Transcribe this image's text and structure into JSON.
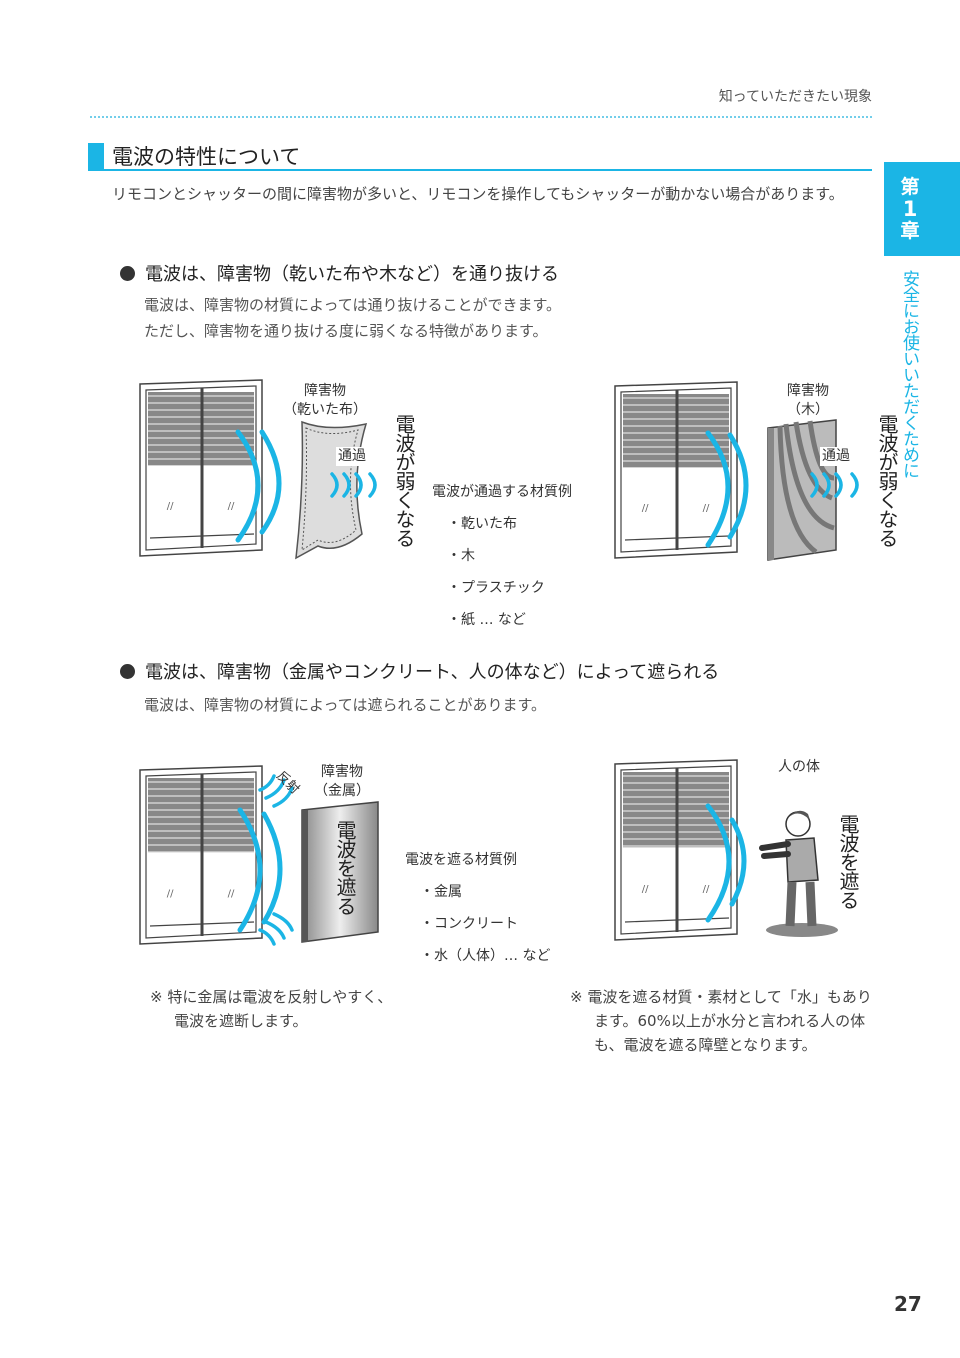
{
  "header": {
    "section": "知っていただきたい現象"
  },
  "section": {
    "title": "電波の特性について",
    "intro": "リモコンとシャッターの間に障害物が多いと、リモコンを操作してもシャッターが動かない場合があります。"
  },
  "tab": {
    "chapter": [
      "第",
      "1",
      "章"
    ],
    "title": "安全にお使いいただくために"
  },
  "pass": {
    "heading": "電波は、障害物（乾いた布や木など）を通り抜ける",
    "lines": [
      "電波は、障害物の材質によっては通り抜けることができます。",
      "ただし、障害物を通り抜ける度に弱くなる特徴があります。"
    ],
    "fig1": {
      "label": [
        "障害物",
        "（乾いた布）"
      ],
      "pass": "通過",
      "weak": "電波が弱くなる"
    },
    "fig2": {
      "label": [
        "障害物",
        "（木）"
      ],
      "pass": "通過",
      "weak": "電波が弱くなる"
    },
    "materials_title": "電波が通過する材質例",
    "materials": [
      "・乾いた布",
      "・木",
      "・プラスチック",
      "・紙 … など"
    ]
  },
  "block": {
    "heading": "電波は、障害物（金属やコンクリート、人の体など）によって遮られる",
    "line": "電波は、障害物の材質によっては遮られることがあります。",
    "fig3": {
      "label": [
        "障害物",
        "（金属）"
      ],
      "reflect": "反射",
      "blocked": "電波を遮る"
    },
    "fig4": {
      "label": "人の体",
      "blocked": "電波を遮る"
    },
    "materials_title": "電波を遮る材質例",
    "materials": [
      "・金属",
      "・コンクリート",
      "・水（人体）… など"
    ],
    "note_left": "※ 特に金属は電波を反射しやすく、電波を遮断します。",
    "note_right": "※ 電波を遮る材質・素材として「水」もあります。60%以上が水分と言われる人の体も、電波を遮る障壁となります。"
  },
  "page_number": "27",
  "colors": {
    "accent": "#1bb5e5"
  }
}
